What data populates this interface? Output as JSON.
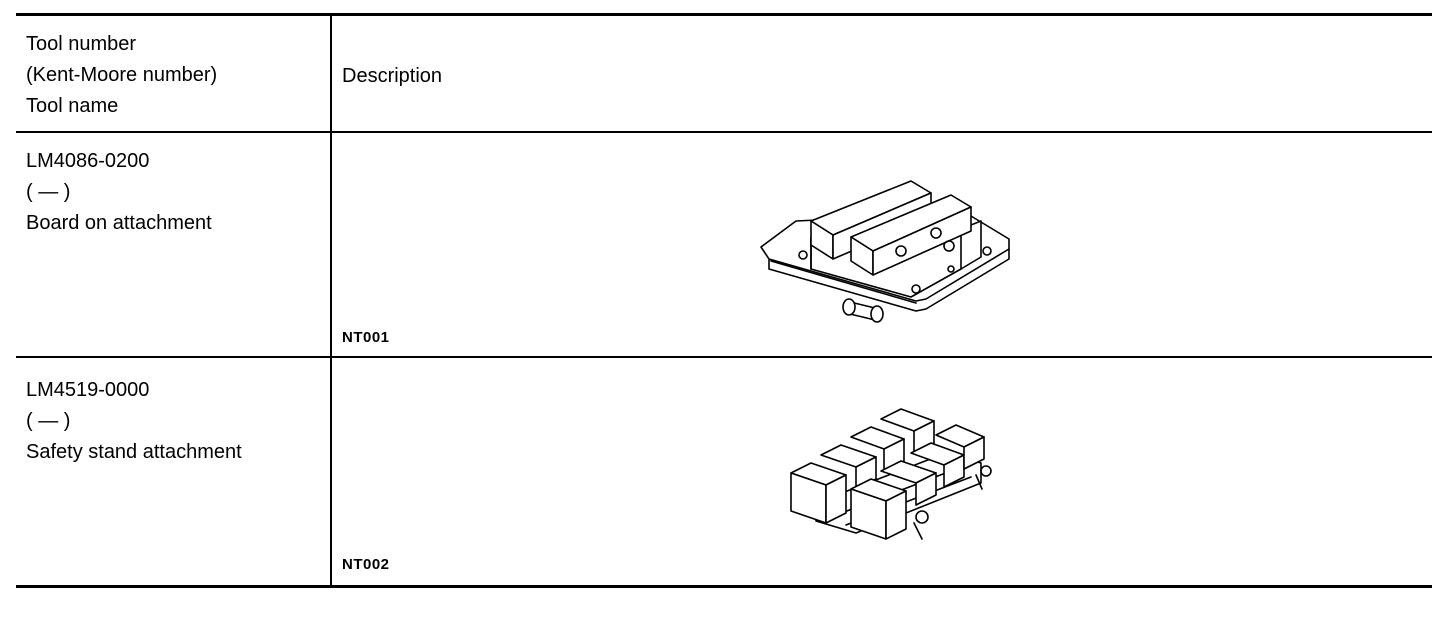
{
  "table": {
    "header": {
      "col1_lines": [
        "Tool number",
        "(Kent-Moore number)",
        "Tool name"
      ],
      "col2": "Description"
    },
    "rows": [
      {
        "tool_number": "LM4086-0200",
        "kent_moore": "(   —   )",
        "tool_name": "Board on attachment",
        "figure_code": "NT001",
        "illustration_icon": "board-on-attachment-illustration"
      },
      {
        "tool_number": "LM4519-0000",
        "kent_moore": "(   —   )",
        "tool_name": "Safety stand attachment",
        "figure_code": "NT002",
        "illustration_icon": "safety-stand-attachment-illustration"
      }
    ]
  }
}
